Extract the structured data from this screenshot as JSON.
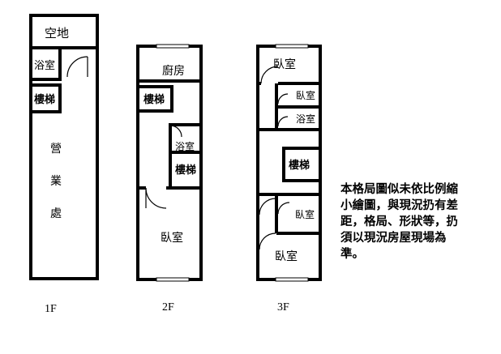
{
  "floors": [
    {
      "label": "1F",
      "rooms": {
        "open_space": "空地",
        "bathroom": "浴室",
        "stairs": "樓梯",
        "business": [
          "營",
          "業",
          "處"
        ]
      }
    },
    {
      "label": "2F",
      "rooms": {
        "kitchen": "廚房",
        "stairs_a": "樓梯",
        "bathroom": "浴室",
        "stairs_b": "樓梯",
        "bedroom": "臥室"
      }
    },
    {
      "label": "3F",
      "rooms": {
        "bedroom_top": "臥室",
        "bedroom_small": "臥室",
        "bathroom": "浴室",
        "stairs": "樓梯",
        "bedroom_mid": "臥室",
        "bedroom_bottom": "臥室"
      }
    }
  ],
  "disclaimer": [
    "本格局圖似未依比例縮",
    "小繪圖，與現況扔有差",
    "距，格局、形狀等，扔",
    "須以現況房屋現場為",
    "準。"
  ]
}
